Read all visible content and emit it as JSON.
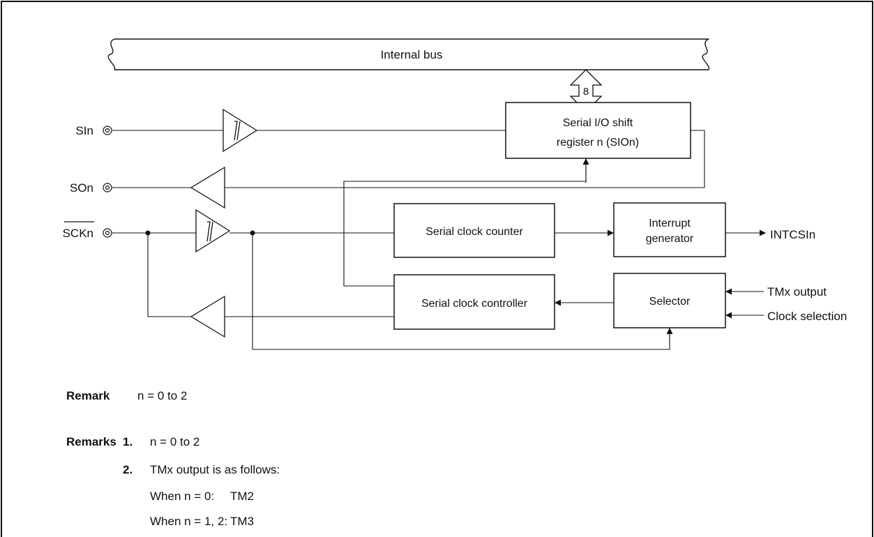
{
  "bus": {
    "label": "Internal bus",
    "width_label": "8"
  },
  "pins": {
    "si": "SIn",
    "so": "SOn",
    "sck": "SCKn"
  },
  "blocks": {
    "shift_register_line1": "Serial I/O shift",
    "shift_register_line2": "register n (SIOn)",
    "clock_counter": "Serial clock counter",
    "interrupt_line1": "Interrupt",
    "interrupt_line2": "generator",
    "clock_controller": "Serial clock controller",
    "selector": "Selector"
  },
  "signals": {
    "intcsi": "INTCSIn",
    "tmx": "TMx output",
    "clock_selection": "Clock selection"
  },
  "remark": {
    "label": "Remark",
    "text": "n = 0 to 2"
  },
  "remarks": {
    "label": "Remarks",
    "item1_num": "1.",
    "item1_text": "n = 0 to 2",
    "item2_num": "2.",
    "item2_text": "TMx output is as follows:",
    "row1_cond": "When n = 0:",
    "row1_val": "TM2",
    "row2_cond": "When n = 1, 2:",
    "row2_val": "TM3"
  }
}
